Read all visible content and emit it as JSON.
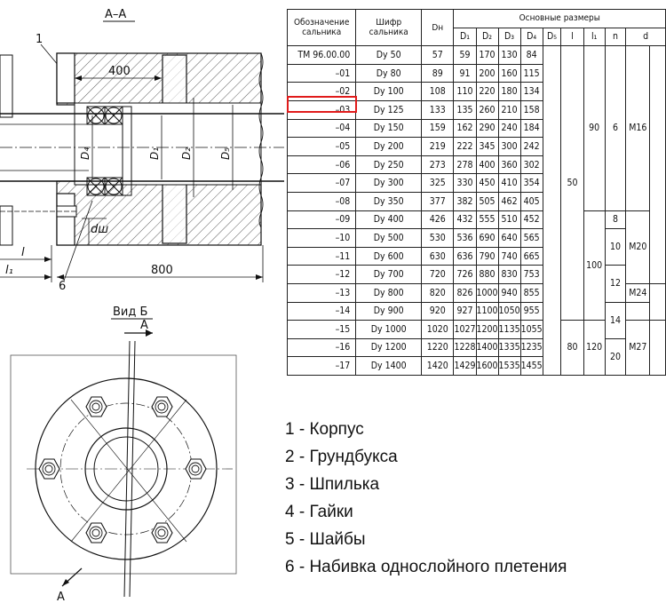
{
  "drawing": {
    "section_label": "А–А",
    "view_label": "Вид Б",
    "section_mark": "А",
    "dim_400": "400",
    "dim_800": "800",
    "dim_l": "l",
    "dim_l1": "l₁",
    "dim_dw": "dш",
    "dim_D4": "D₄",
    "dim_D1": "D₁",
    "dim_D2": "D₂",
    "dim_D5": "D₅",
    "callout_1": "1",
    "callout_6": "6"
  },
  "table": {
    "headers": {
      "designation": "Обозначение сальника",
      "cipher": "Шифр сальника",
      "dn": "Dн",
      "main": "Основные размеры",
      "cols": [
        "D₁",
        "D₂",
        "D₃",
        "D₄",
        "D₅",
        "l",
        "l₁",
        "n",
        "d"
      ]
    },
    "rows": [
      {
        "des": "ТМ 96.00.00",
        "dy": "Dy 50",
        "dn": "57",
        "d1": "59",
        "d2": "170",
        "d3": "130",
        "d4": "84"
      },
      {
        "des": "–01",
        "dy": "Dy 80",
        "dn": "89",
        "d1": "91",
        "d2": "200",
        "d3": "160",
        "d4": "115"
      },
      {
        "des": "–02",
        "dy": "Dy 100",
        "dn": "108",
        "d1": "110",
        "d2": "220",
        "d3": "180",
        "d4": "134"
      },
      {
        "des": "–03",
        "dy": "Dy 125",
        "dn": "133",
        "d1": "135",
        "d2": "260",
        "d3": "210",
        "d4": "158"
      },
      {
        "des": "–04",
        "dy": "Dy 150",
        "dn": "159",
        "d1": "162",
        "d2": "290",
        "d3": "240",
        "d4": "184"
      },
      {
        "des": "–05",
        "dy": "Dy 200",
        "dn": "219",
        "d1": "222",
        "d2": "345",
        "d3": "300",
        "d4": "242"
      },
      {
        "des": "–06",
        "dy": "Dy 250",
        "dn": "273",
        "d1": "278",
        "d2": "400",
        "d3": "360",
        "d4": "302"
      },
      {
        "des": "–07",
        "dy": "Dy 300",
        "dn": "325",
        "d1": "330",
        "d2": "450",
        "d3": "410",
        "d4": "354"
      },
      {
        "des": "–08",
        "dy": "Dy 350",
        "dn": "377",
        "d1": "382",
        "d2": "505",
        "d3": "462",
        "d4": "405"
      },
      {
        "des": "–09",
        "dy": "Dy 400",
        "dn": "426",
        "d1": "432",
        "d2": "555",
        "d3": "510",
        "d4": "452"
      },
      {
        "des": "–10",
        "dy": "Dy 500",
        "dn": "530",
        "d1": "536",
        "d2": "690",
        "d3": "640",
        "d4": "565"
      },
      {
        "des": "–11",
        "dy": "Dy 600",
        "dn": "630",
        "d1": "636",
        "d2": "790",
        "d3": "740",
        "d4": "665"
      },
      {
        "des": "–12",
        "dy": "Dy 700",
        "dn": "720",
        "d1": "726",
        "d2": "880",
        "d3": "830",
        "d4": "753"
      },
      {
        "des": "–13",
        "dy": "Dy 800",
        "dn": "820",
        "d1": "826",
        "d2": "1000",
        "d3": "940",
        "d4": "855"
      },
      {
        "des": "–14",
        "dy": "Dy 900",
        "dn": "920",
        "d1": "927",
        "d2": "1100",
        "d3": "1050",
        "d4": "955"
      },
      {
        "des": "–15",
        "dy": "Dy 1000",
        "dn": "1020",
        "d1": "1027",
        "d2": "1200",
        "d3": "1135",
        "d4": "1055"
      },
      {
        "des": "–16",
        "dy": "Dy 1200",
        "dn": "1220",
        "d1": "1228",
        "d2": "1400",
        "d3": "1335",
        "d4": "1235"
      },
      {
        "des": "–17",
        "dy": "Dy 1400",
        "dn": "1420",
        "d1": "1429",
        "d2": "1600",
        "d3": "1535",
        "d4": "1455"
      }
    ],
    "merged": {
      "l_50": "50",
      "l_80": "80",
      "l1_90": "90",
      "l1_100": "100",
      "l1_120": "120",
      "n_6": "6",
      "n_8": "8",
      "n_10": "10",
      "n_12": "12",
      "n_14": "14",
      "n_20": "20",
      "d_m16": "M16",
      "d_m20": "M20",
      "d_m24": "M24",
      "d_m27": "M27"
    }
  },
  "highlight_color": "#e01b1b",
  "legend": [
    "1 - Корпус",
    "2 - Грундбукса",
    "3 - Шпилька",
    "4 - Гайки",
    "5 - Шайбы",
    "6 - Набивка однослойного плетения"
  ]
}
